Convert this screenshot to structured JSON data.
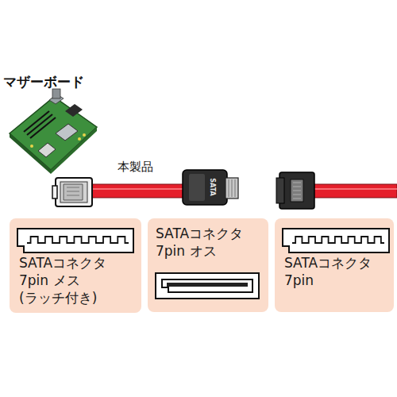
{
  "diagram": {
    "nodes": [
      {
        "text": [
          "SATAコネクタ 7pin メス (ラッチ付き)"
        ]
      },
      {
        "text": [
          "SATAコネクタ 7pin オス"
        ]
      },
      {
        "text": [
          "SATAコネクタ 7pin"
        ]
      }
    ],
    "labels": [
      "マザーボード",
      "本製品",
      "SATA"
    ]
  }
}
